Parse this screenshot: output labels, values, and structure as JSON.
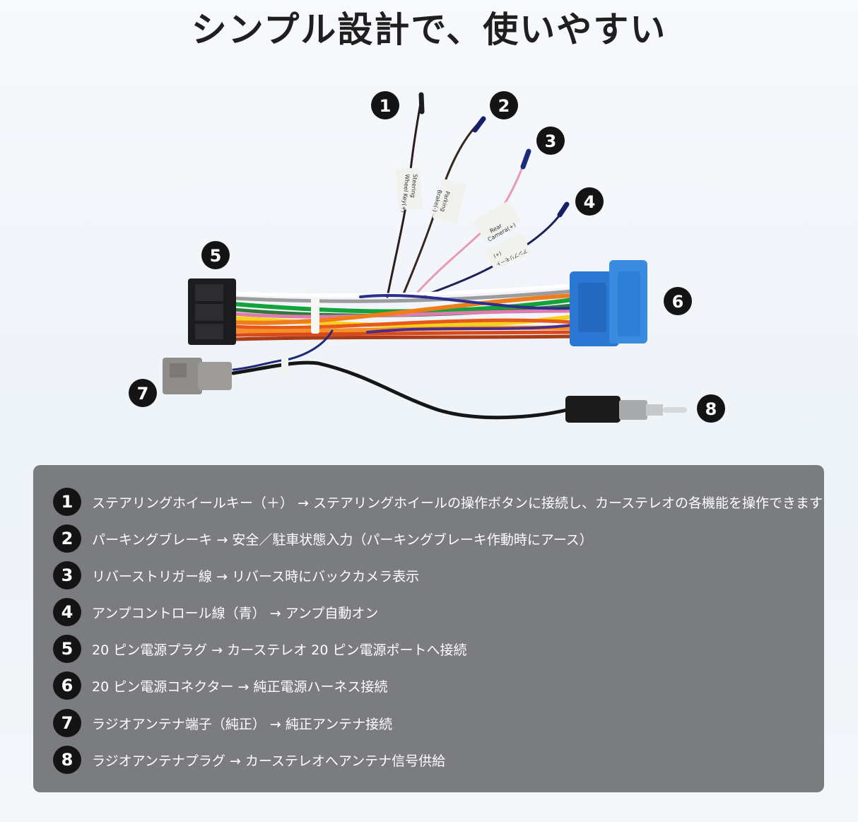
{
  "title": "シンプル設計で、使いやすい",
  "callouts": [
    "1",
    "2",
    "3",
    "4",
    "5",
    "6",
    "7",
    "8"
  ],
  "wire_tags": {
    "tag1_line1": "Steering",
    "tag1_line2": "Wheel Key(+)",
    "tag2_line1": "Parking",
    "tag2_line2": "Brake(-)",
    "tag3_line1": "Rear",
    "tag3_line2": "Camera(+)",
    "tag4_line1": "(+)",
    "tag4_line2": "アンプリモート"
  },
  "items": [
    {
      "num": "1",
      "text": "ステアリングホイールキー（＋） → ステアリングホイールの操作ボタンに接続し、カーステレオの各機能を操作できます"
    },
    {
      "num": "2",
      "text": "パーキングブレーキ → 安全／駐車状態入力（パーキングブレーキ作動時にアース）"
    },
    {
      "num": "3",
      "text": "リバーストリガー線 → リバース時にバックカメラ表示"
    },
    {
      "num": "4",
      "text": "アンプコントロール線（青） → アンプ自動オン"
    },
    {
      "num": "5",
      "text": "20 ピン電源プラグ → カーステレオ 20 ピン電源ポートへ接続"
    },
    {
      "num": "6",
      "text": "20 ピン電源コネクター → 純正電源ハーネス接続"
    },
    {
      "num": "7",
      "text": "ラジオアンテナ端子（純正） → 純正アンテナ接続"
    },
    {
      "num": "8",
      "text": "ラジオアンテナプラグ → カーステレオへアンテナ信号供給"
    }
  ],
  "colors": {
    "panel": "#7a7c80",
    "badge": "#141414",
    "connector_blue": "#2a78d4",
    "connector_black": "#1c1c1e",
    "connector_gray": "#8e8d8a"
  }
}
